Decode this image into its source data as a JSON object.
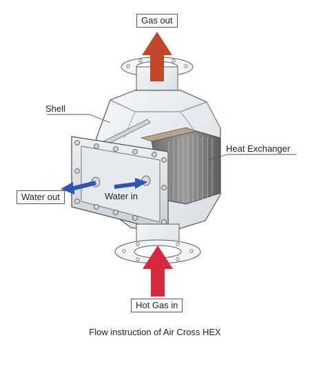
{
  "labels": {
    "gas_out": "Gas out",
    "shell": "Shell",
    "heat_exchanger": "Heat Exchanger",
    "water_out": "Water out",
    "water_in": "Water in",
    "hot_gas_in": "Hot Gas in"
  },
  "caption": "Flow instruction of Air Cross HEX",
  "colors": {
    "gas_out_arrow": "#c0482a",
    "hot_gas_arrow": "#d62a3c",
    "water_arrow": "#2f55b4",
    "outline": "#5a5a5a"
  }
}
